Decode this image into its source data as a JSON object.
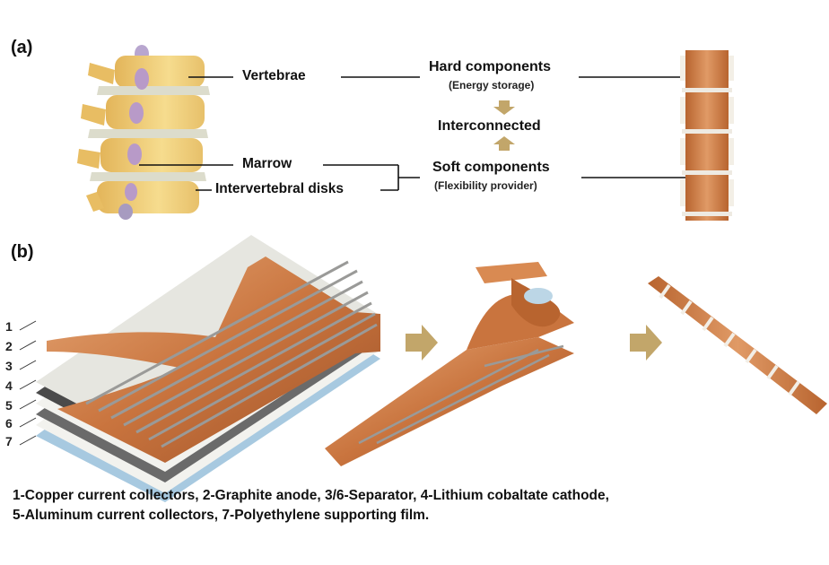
{
  "panels": {
    "a": "(a)",
    "b": "(b)"
  },
  "labels": {
    "vertebrae": "Vertebrae",
    "marrow": "Marrow",
    "disks": "Intervertebral disks",
    "hard": "Hard components",
    "hard_sub": "(Energy storage)",
    "interconnected": "Interconnected",
    "soft": "Soft components",
    "soft_sub": "(Flexibility provider)"
  },
  "layers": [
    "1",
    "2",
    "3",
    "4",
    "5",
    "6",
    "7"
  ],
  "caption": {
    "line1": "1-Copper current collectors, 2-Graphite anode, 3/6-Separator, 4-Lithium cobaltate cathode,",
    "line2": "5-Aluminum current collectors, 7-Polyethylene supporting film."
  },
  "colors": {
    "copper": "#c9743e",
    "copper_light": "#e2a070",
    "bone": "#f1cf7a",
    "marrow": "#b89ac8",
    "disk": "#d8d8cc",
    "arrow": "#b69a5a"
  }
}
